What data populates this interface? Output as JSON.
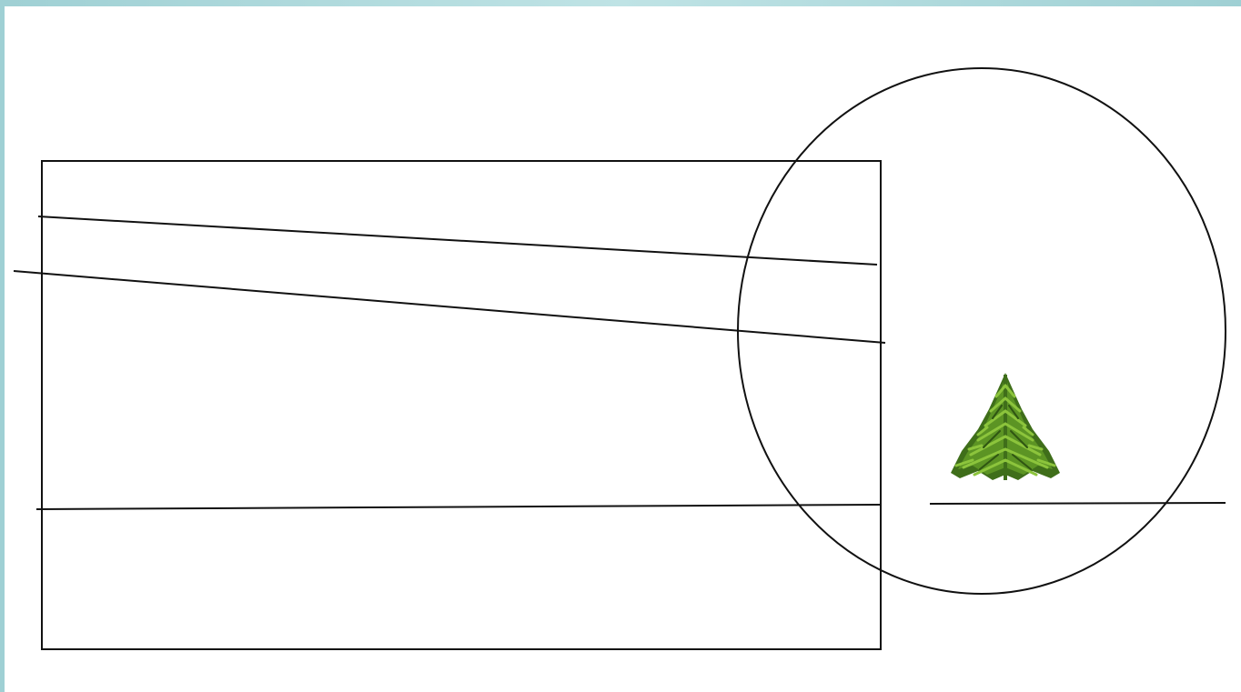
{
  "diagram": {
    "background_color": "#ffffff",
    "frame_color": "#a9d6d9",
    "stroke_color": "#111111",
    "tree_colors": {
      "dark": "#3f6e1a",
      "mid": "#5c9424",
      "light": "#8cc43c"
    },
    "shapes": [
      "rectangle",
      "circle",
      "line",
      "line",
      "line",
      "line",
      "tree-icon"
    ]
  }
}
